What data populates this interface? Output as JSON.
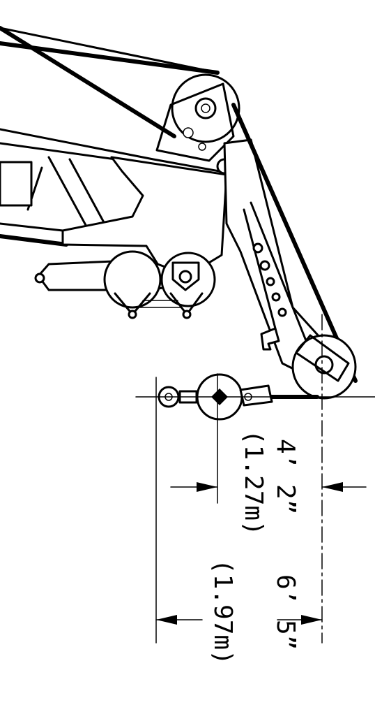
{
  "dimensions": [
    {
      "id": "hook-reach",
      "imperial": "4’ 2”",
      "metric": "(1.27m)"
    },
    {
      "id": "overall-reach",
      "imperial": "6’ 5”",
      "metric": "(1.97m)"
    }
  ],
  "colors": {
    "ink": "#000000",
    "paper": "#ffffff"
  }
}
